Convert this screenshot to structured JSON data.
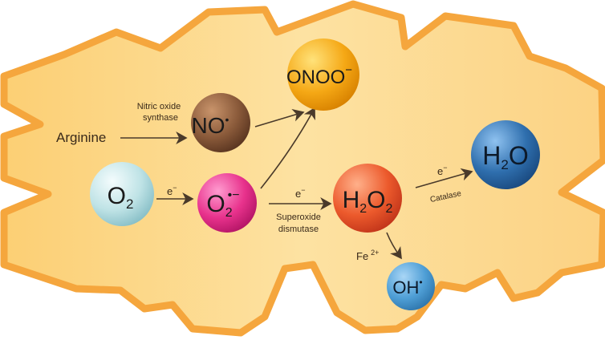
{
  "diagram": {
    "molecules": {
      "arginine": "Arginine",
      "no": {
        "base": "NO",
        "sup": "•"
      },
      "onoo": {
        "base": "ONOO",
        "sup": "−"
      },
      "o2": {
        "base": "O",
        "sub": "2"
      },
      "superoxide": {
        "base": "O",
        "sub": "2",
        "sup": "•−"
      },
      "h2o2": {
        "a": "H",
        "s1": "2",
        "b": "O",
        "s2": "2"
      },
      "h2o": {
        "a": "H",
        "s1": "2",
        "b": "O"
      },
      "oh": {
        "base": "OH",
        "sup": "•"
      }
    },
    "edges": {
      "nos_line1": "Nitric oxide",
      "nos_line2": "synthase",
      "e_to_superoxide": "e",
      "e_sup": "−",
      "e_to_h2o2": "e",
      "sod_line1": "Superoxide",
      "sod_line2": "dismutase",
      "e_to_h2o": "e",
      "catalase": "Catalase",
      "fe": "Fe",
      "fe_sup": "2+"
    },
    "colors": {
      "membrane_fill": "#fdd98a",
      "membrane_outline": "#f5a63d",
      "no_sphere": "#8a5a3a",
      "onoo_sphere": "#f5a815",
      "o2_sphere": "#bfe3e6",
      "superoxide_sphere": "#e8328c",
      "h2o2_sphere": "#ec5a2c",
      "h2o_sphere": "#2f6fae",
      "oh_sphere": "#4f9fd6"
    }
  }
}
